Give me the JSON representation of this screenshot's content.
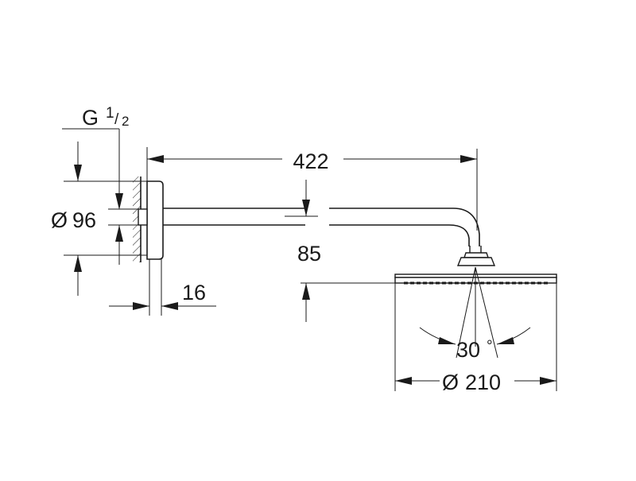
{
  "drawing": {
    "thread": {
      "letter": "G",
      "numerator": "1",
      "slash": "/",
      "denominator": "2"
    },
    "dimensions": {
      "arm_length": "422",
      "flange_diameter": {
        "symbol": "Ø",
        "value": "96"
      },
      "flange_thickness": "16",
      "arm_drop": "85",
      "tilt_angle": {
        "value": "30",
        "unit": "°"
      },
      "head_diameter": {
        "symbol": "Ø",
        "value": "210"
      }
    }
  }
}
